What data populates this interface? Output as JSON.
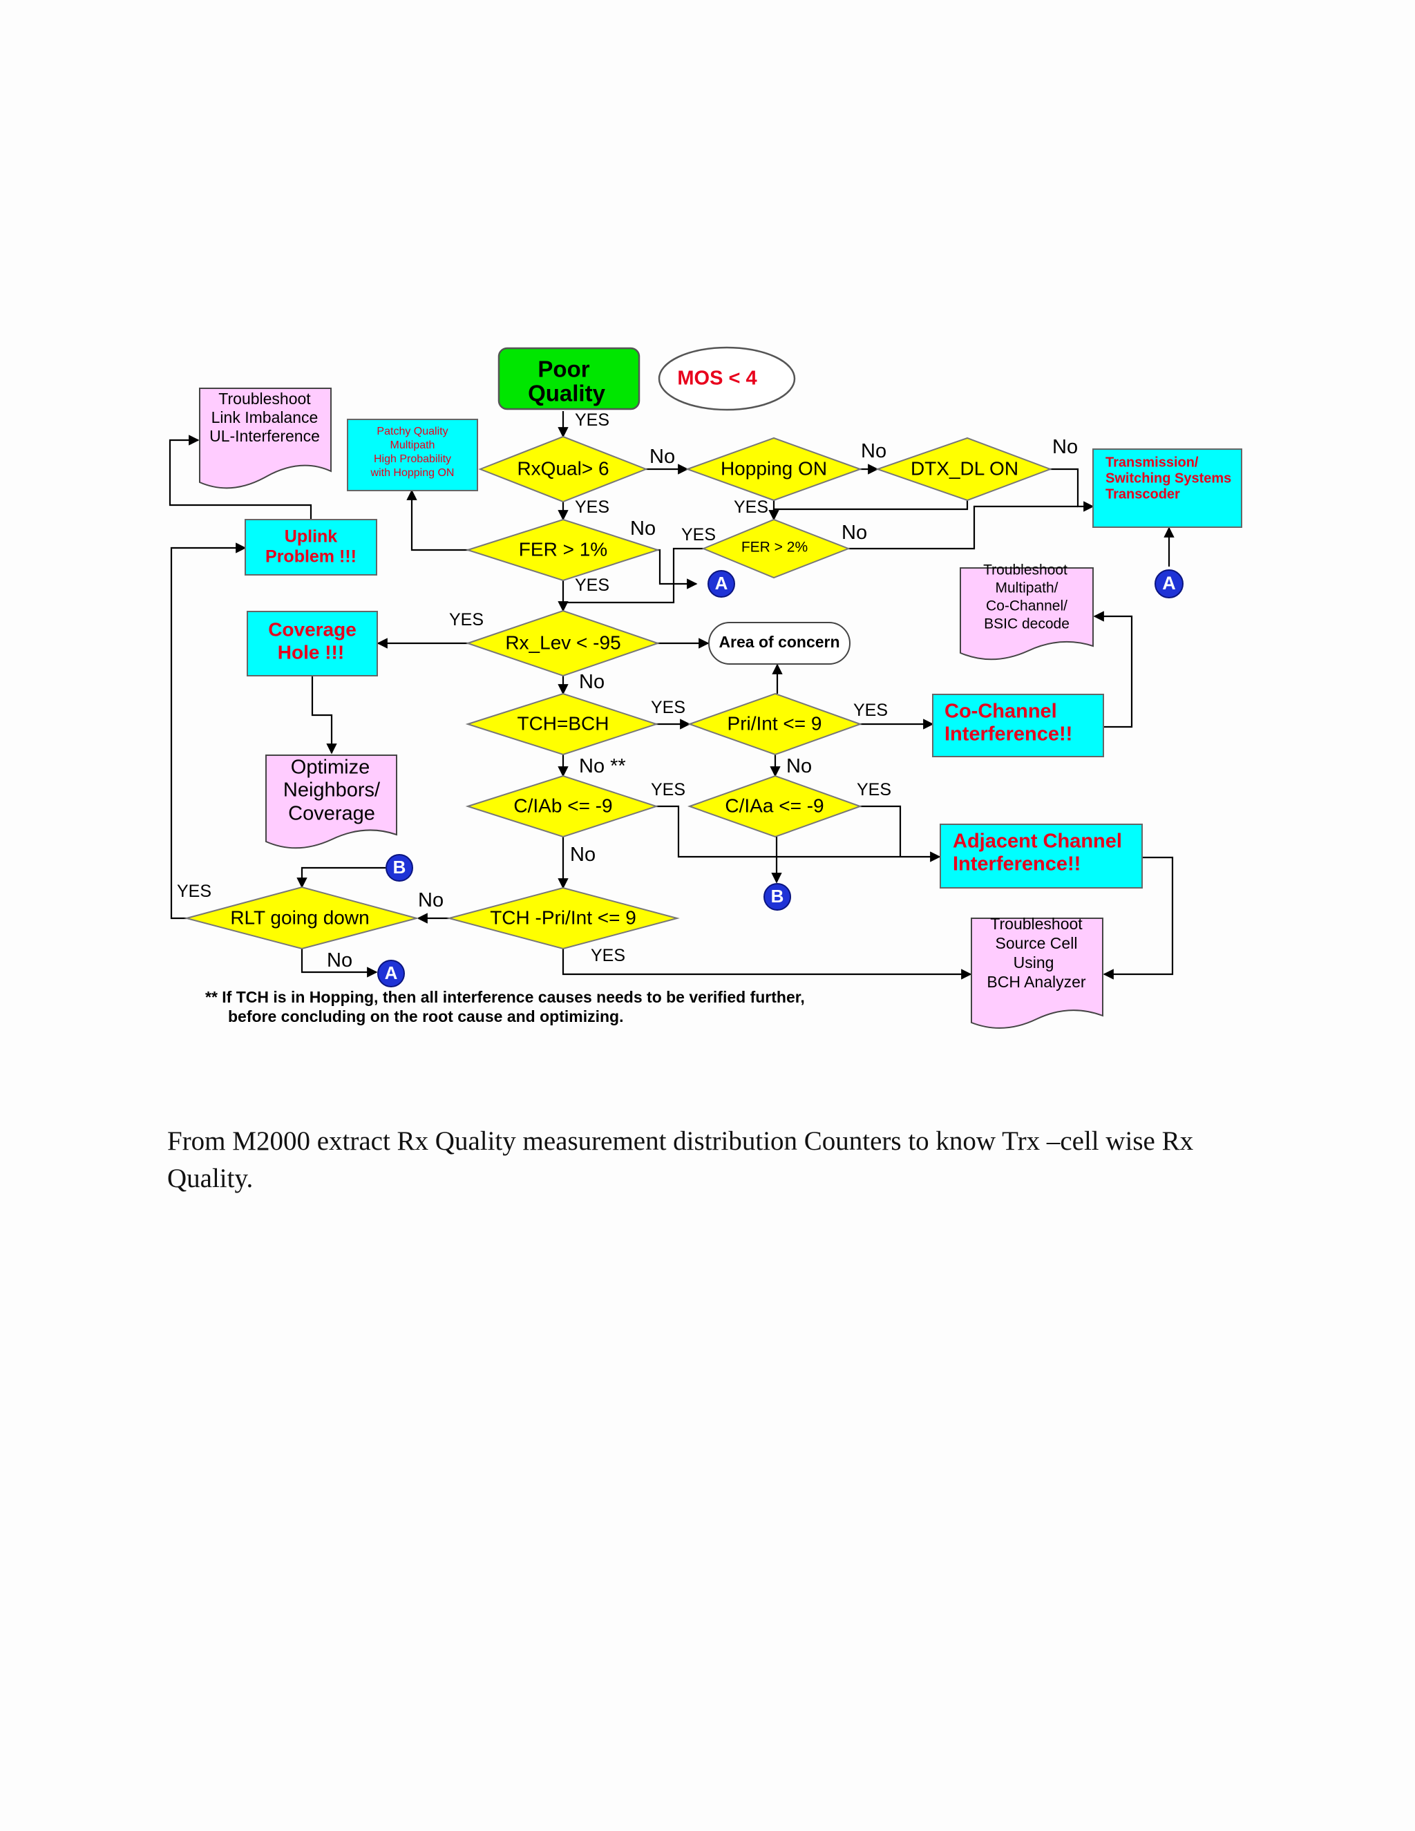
{
  "colors": {
    "diamond": "#ffff00",
    "cyan_box": "#00ffff",
    "start_box": "#00e600",
    "doc_box": "#ffccff",
    "connector": "#1f33d6",
    "red_text": "#e8001c",
    "line": "#000000"
  },
  "nodes": {
    "poor_quality": [
      "Poor",
      "Quality"
    ],
    "mos": "MOS < 4",
    "rxqual": "RxQual> 6",
    "hopping": "Hopping ON",
    "dtx": "DTX_DL  ON",
    "fer1": "FER > 1%",
    "fer2": "FER > 2%",
    "rxlev": "Rx_Lev < -95",
    "area": "Area of concern",
    "tch_bch": "TCH=BCH",
    "pri_int": "Pri/Int <= 9",
    "ciab": "C/IAb <= -9",
    "ciaa": "C/IAa <= -9",
    "tch_pri": "TCH -Pri/Int <= 9",
    "rlt": "RLT going down",
    "uplink": [
      "Uplink",
      "Problem !!!"
    ],
    "coverage": [
      "Coverage",
      "Hole !!!"
    ],
    "cochannel": [
      "Co-Channel",
      "Interference!!"
    ],
    "adjacent": [
      "Adjacent Channel",
      "Interference!!"
    ],
    "transmission": [
      "Transmission/",
      "Switching Systems",
      "Transcoder"
    ],
    "patchy": [
      "Patchy Quality",
      "Multipath",
      "High Probability",
      "with Hopping ON"
    ],
    "link_imbalance": [
      "Troubleshoot",
      "Link Imbalance",
      "UL-Interference"
    ],
    "multipath": [
      "Troubleshoot",
      "Multipath/",
      "Co-Channel/",
      "BSIC decode"
    ],
    "optimize": [
      "Optimize",
      "Neighbors/",
      "Coverage"
    ],
    "source_cell": [
      "Troubleshoot",
      "Source Cell",
      "Using",
      "BCH Analyzer"
    ],
    "conn_a": "A",
    "conn_b": "B"
  },
  "labels": {
    "yes": "YES",
    "no": "No",
    "no_star": "No **"
  },
  "footnote": [
    "** If TCH is in Hopping, then all interference causes needs to be verified further,",
    "before concluding on the root cause and optimizing."
  ],
  "caption": "From M2000 extract Rx Quality measurement distribution Counters to know Trx –cell wise Rx Quality."
}
